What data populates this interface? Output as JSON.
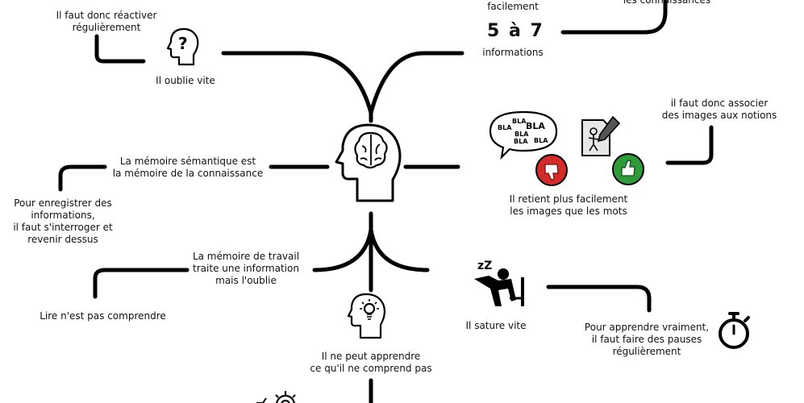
{
  "nodes": {
    "forgets_fast": "Il oublie vite",
    "reactivate": "Il faut donc réactiver\nrégulièrement",
    "easily": "facilement",
    "five_to_seven": "5 à 7",
    "informations": "informations",
    "knowledge_top": "les connaissances",
    "semantic": "La mémoire sémantique est\nla mémoire de la connaissance",
    "record_info": "Pour enregistrer des\ninformations,\nil faut s'interroger et\nrevenir dessus",
    "retains_images": "Il retient plus facilement\nles images que les mots",
    "associate_images": "il faut donc associer\ndes images aux notions",
    "working_memory": "La mémoire de travail\ntraite une information\nmais l'oublie",
    "read_not_understand": "Lire n'est pas comprendre",
    "saturates": "Il sature vite",
    "pauses": "Pour apprendre vraiment,\nil faut faire des pauses\nrégulièrement",
    "learn_understand": "Il ne peut apprendre\nce qu'il ne comprend pas"
  },
  "speech_bubble": {
    "words": [
      "BLA",
      "BLA",
      "BLA",
      "BLA",
      "BLA",
      "BLA"
    ]
  },
  "sleep_letters": "zZ",
  "colors": {
    "line": "#000000",
    "thumb_down": "#d42a2a",
    "thumb_up": "#2f9a3a"
  },
  "icons": [
    "question-head-icon",
    "brain-head-icon",
    "lightbulb-head-icon",
    "speech-bubble-icon",
    "thumb-down-icon",
    "drawing-document-icon",
    "thumb-up-icon",
    "sleeping-person-icon",
    "stopwatch-icon",
    "gear-icon"
  ]
}
